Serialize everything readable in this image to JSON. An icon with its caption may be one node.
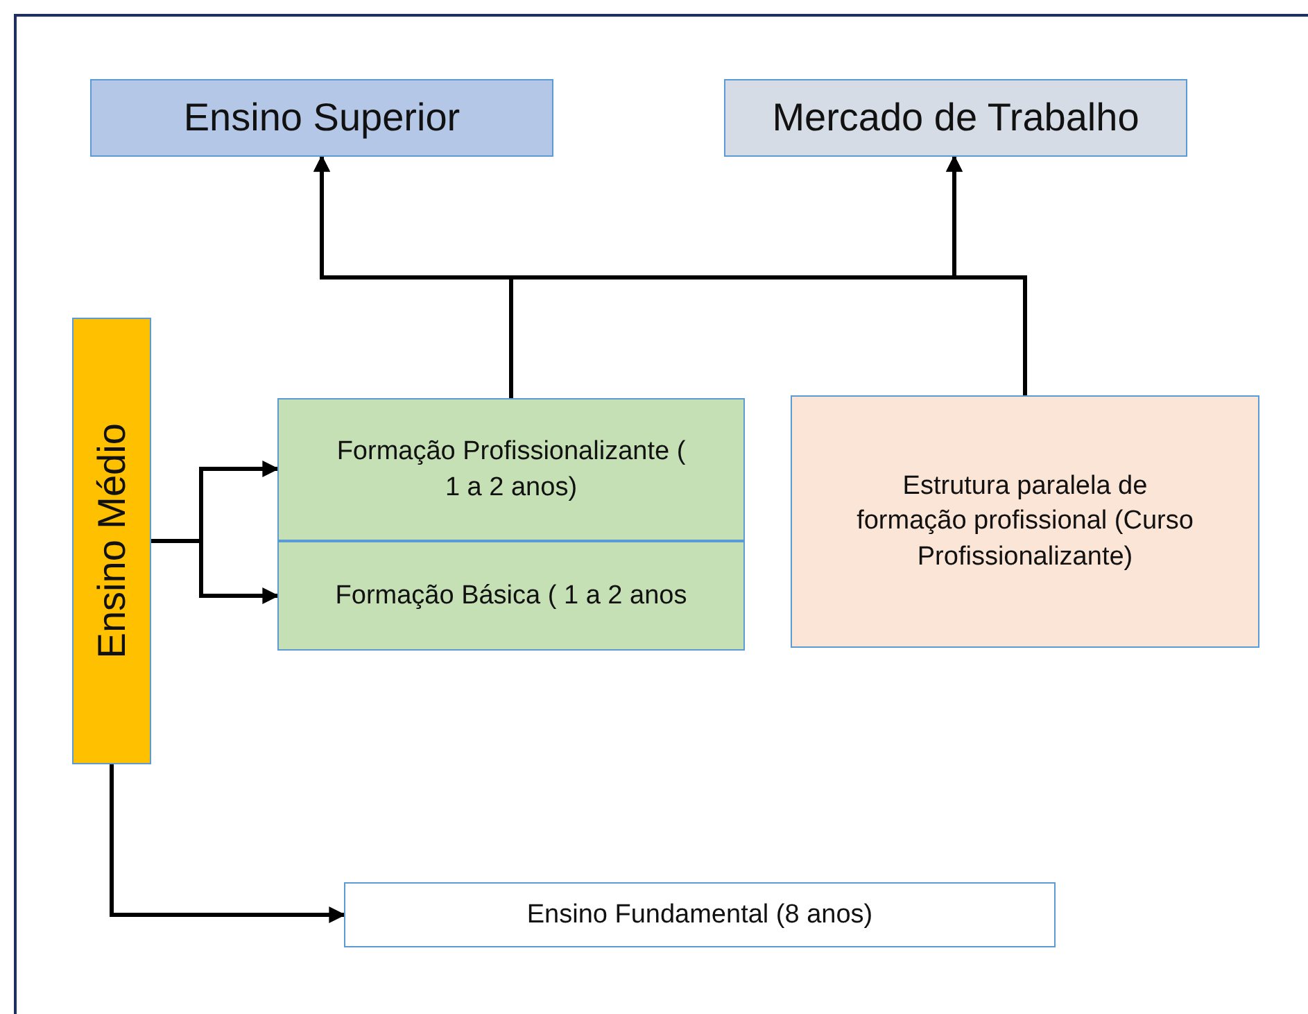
{
  "diagram": {
    "nodes": [
      {
        "text": [
          "Ensino Superior"
        ]
      },
      {
        "text": [
          "Mercado de Trabalho"
        ]
      },
      {
        "text": [
          "Ensino Médio"
        ]
      },
      {
        "text": [
          "Formação Profissionalizante ( 1 a 2 anos)"
        ]
      },
      {
        "text": [
          "Formação Básica ( 1 a 2 anos"
        ]
      },
      {
        "text": [
          "Estrutura paralela de formação profissional (Curso Profissionalizante)"
        ]
      },
      {
        "text": [
          "Ensino Fundamental (8 anos)"
        ]
      }
    ],
    "edges": [
      {
        "from": 3,
        "to": 0,
        "arrow": "to"
      },
      {
        "from": 3,
        "to": 1,
        "arrow": "to"
      },
      {
        "from": 5,
        "to": 0,
        "arrow": "to"
      },
      {
        "from": 5,
        "to": 1,
        "arrow": "to"
      },
      {
        "from": 2,
        "to": 3,
        "arrow": "to"
      },
      {
        "from": 2,
        "to": 4,
        "arrow": "to"
      },
      {
        "from": 2,
        "to": 6,
        "arrow": "to"
      }
    ]
  }
}
